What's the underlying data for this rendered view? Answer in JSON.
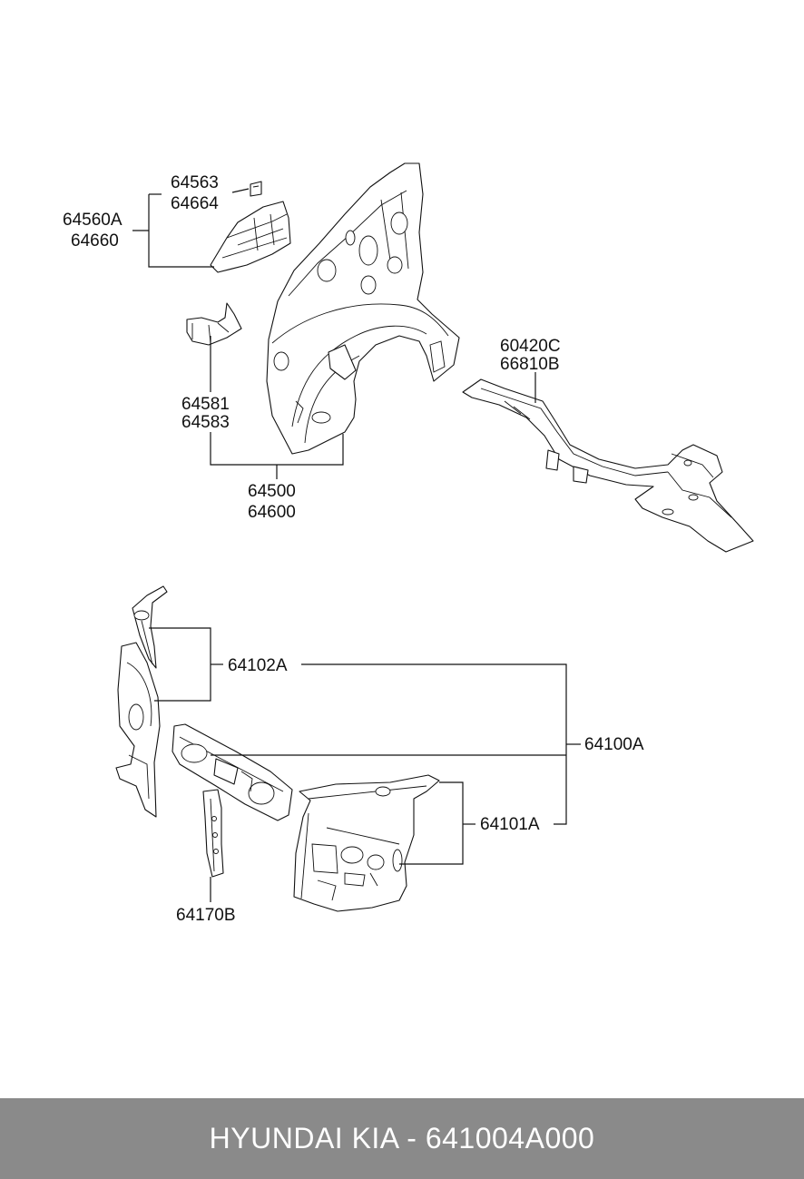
{
  "labels": {
    "l64563": "64563",
    "l64664": "64664",
    "l64560A": "64560A",
    "l64660": "64660",
    "l64581": "64581",
    "l64583": "64583",
    "l64500": "64500",
    "l64600": "64600",
    "l60420C": "60420C",
    "l66810B": "66810B",
    "l64102A": "64102A",
    "l64100A": "64100A",
    "l64101A": "64101A",
    "l64170B": "64170B"
  },
  "footer": {
    "text": "HYUNDAI KIA - 641004A000",
    "background": "#8a8a8a",
    "color": "#ffffff"
  }
}
